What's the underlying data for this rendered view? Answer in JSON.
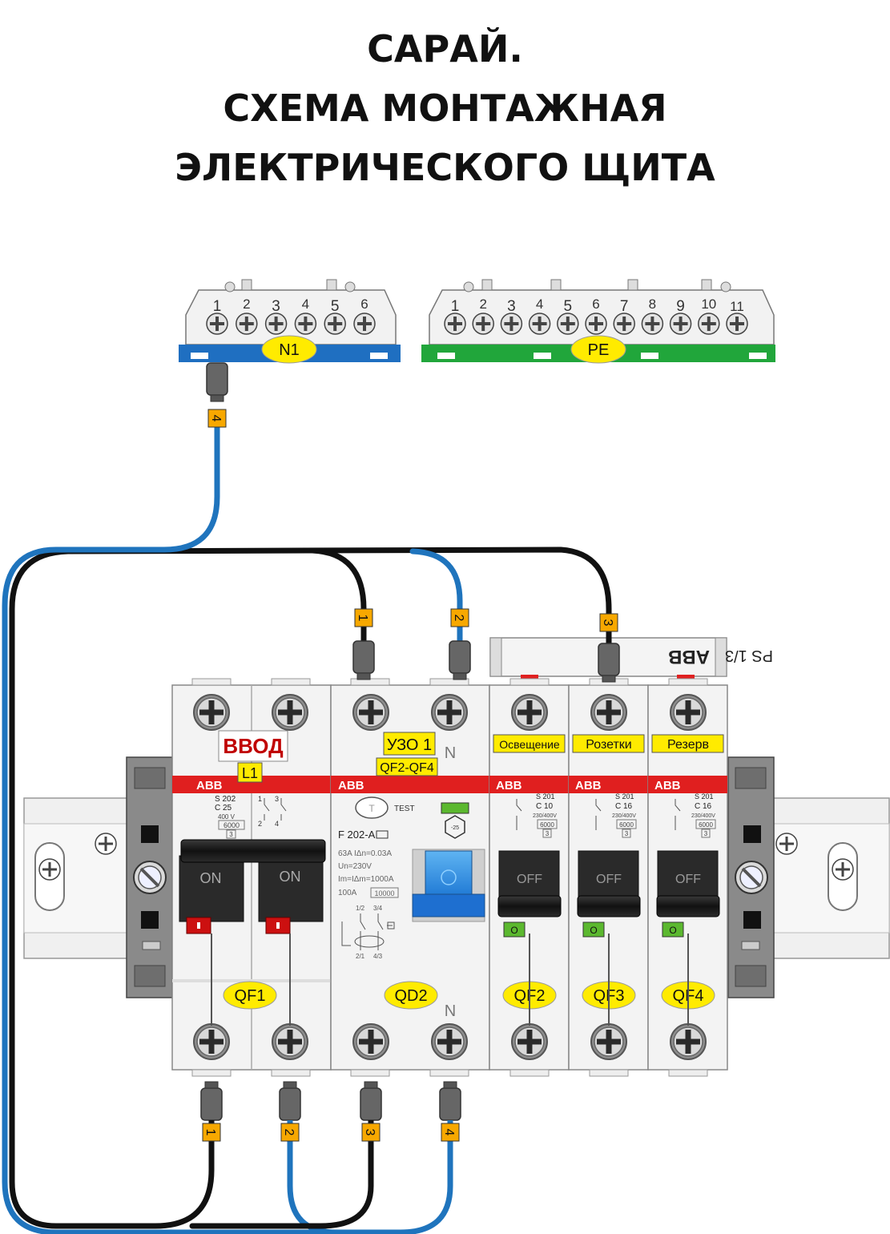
{
  "title": {
    "line1": "САРАЙ.",
    "line2": "СХЕМА МОНТАЖНАЯ",
    "line3": "ЭЛЕКТРИЧЕСКОГО ЩИТА"
  },
  "bus_n": {
    "label": "N1",
    "numbers": [
      "1",
      "2",
      "3",
      "4",
      "5",
      "6"
    ],
    "color": "#1f6fc1"
  },
  "bus_pe": {
    "label": "PE",
    "numbers": [
      "1",
      "2",
      "3",
      "4",
      "5",
      "6",
      "7",
      "8",
      "9",
      "10",
      "11"
    ],
    "color": "#21a63b"
  },
  "wires": {
    "phase_color": "#111111",
    "neutral_color": "#1f74bd",
    "top_tags": [
      "4",
      "1",
      "2",
      "3"
    ],
    "bottom_tags": [
      "1",
      "2",
      "3",
      "4"
    ]
  },
  "brand": "ABB",
  "busbar_cover": "PS 1/3",
  "devices": {
    "qf1": {
      "id": "QF1",
      "name": "ВВОД",
      "phase": "L1",
      "model": "S 202",
      "rating": "C 25",
      "voltage": "400 V",
      "breaking": "6000",
      "class": "3",
      "handle_text": "ON",
      "pole_labels": [
        "1",
        "2",
        "3",
        "4"
      ]
    },
    "qd2": {
      "id": "QD2",
      "name": "УЗО 1",
      "group": "QF2-QF4",
      "n_mark": "N",
      "test_label": "TEST",
      "test_button": "T",
      "model": "F 202-A",
      "spec1": "63A  IΔn=0.03A",
      "spec2": "Un=230V",
      "spec3": "Im=IΔm=1000A",
      "spec4": "100A",
      "spec4_value": "10000",
      "temp": "-25",
      "terminals_top": [
        "1/2",
        "3/4"
      ],
      "terminals_bottom": [
        "2/1",
        "4/3"
      ]
    },
    "qf2": {
      "id": "QF2",
      "name": "Освещение",
      "model": "S 201",
      "rating": "C 10",
      "voltage": "230/400V",
      "breaking": "6000",
      "class": "3",
      "handle_text": "OFF",
      "state": "O"
    },
    "qf3": {
      "id": "QF3",
      "name": "Розетки",
      "model": "S 201",
      "rating": "C 16",
      "voltage": "230/400V",
      "breaking": "6000",
      "class": "3",
      "handle_text": "OFF",
      "state": "O"
    },
    "qf4": {
      "id": "QF4",
      "name": "Резерв",
      "model": "S 201",
      "rating": "C 16",
      "voltage": "230/400V",
      "breaking": "6000",
      "class": "3",
      "handle_text": "OFF",
      "state": "O"
    }
  }
}
